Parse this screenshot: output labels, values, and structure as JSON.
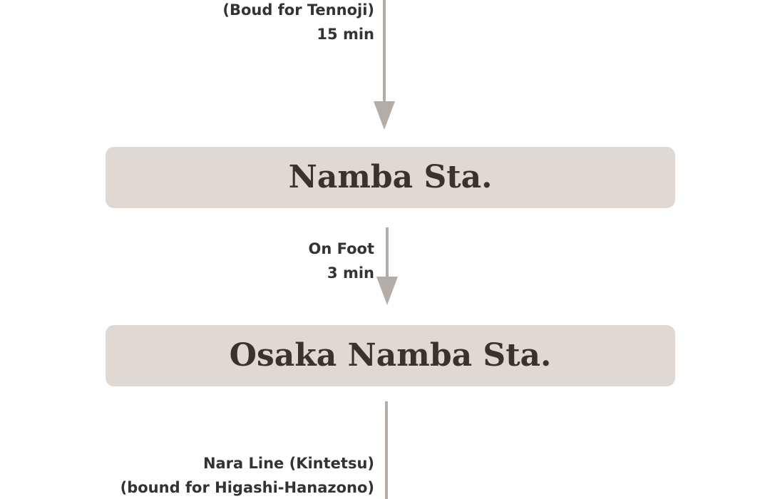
{
  "legs": [
    {
      "lines": [
        "(Boud for Tennoji)",
        "15 min"
      ]
    },
    {
      "lines": [
        "On Foot",
        "3 min"
      ]
    },
    {
      "lines": [
        "Nara Line (Kintetsu)",
        "(bound for Higashi-Hanazono)"
      ]
    }
  ],
  "stations": [
    {
      "name": "Namba Sta."
    },
    {
      "name": "Osaka Namba Sta."
    }
  ],
  "colors": {
    "station_fill": "#e0d8d2",
    "station_text": "#3b322d",
    "connector": "#b4aca6",
    "label_text": "#333333"
  }
}
